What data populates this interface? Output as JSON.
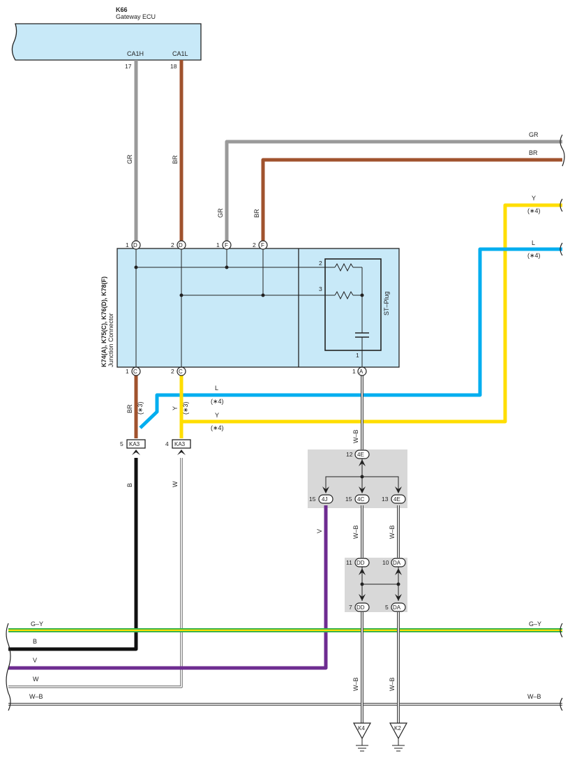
{
  "ecu": {
    "code": "K66",
    "name": "Gateway ECU",
    "pin_h_label": "CA1H",
    "pin_l_label": "CA1L",
    "pin_h_num": "17",
    "pin_l_num": "18"
  },
  "junction": {
    "codes": "K74(A), K75(C), K76(D), K78(F)",
    "name": "Junction Connector",
    "plug_label": "ST–Plug"
  },
  "wires": {
    "gr": "GR",
    "br": "BR",
    "y": "Y",
    "l": "L",
    "b": "B",
    "w": "W",
    "v": "V",
    "wb": "W–B",
    "gy": "G–Y",
    "note3": "(∗3)",
    "note4": "(∗4)"
  },
  "pins": {
    "d1": "1",
    "d1c": "D",
    "d2": "2",
    "d2c": "D",
    "f1": "1",
    "f1c": "F",
    "f2": "2",
    "f2c": "F",
    "c1": "1",
    "c1c": "C",
    "c2": "2",
    "c2c": "C",
    "a1": "1",
    "a1c": "A",
    "plug2": "2",
    "plug3": "3",
    "plug1": "1",
    "ka3_5": "5",
    "ka3_4": "4",
    "ka3": "KA3",
    "e12": "12",
    "e4e_top": "4E",
    "j15": "15",
    "c15": "15",
    "e13": "13",
    "c4j": "4J",
    "c4c": "4C",
    "c4e": "4E",
    "dd11": "11",
    "da10": "10",
    "dd7": "7",
    "da5": "5",
    "dd": "DD",
    "da": "DA"
  },
  "grounds": {
    "k4": "K4",
    "k2": "K2"
  },
  "colors": {
    "gray": "#9a9a9a",
    "brown": "#a0522d",
    "yellow": "#ffde00",
    "blue": "#00aeef",
    "black": "#111111",
    "purple": "#6e2c91",
    "green": "#3cb44a",
    "box": "#c8e9f8",
    "shade": "#d8d8d8"
  }
}
